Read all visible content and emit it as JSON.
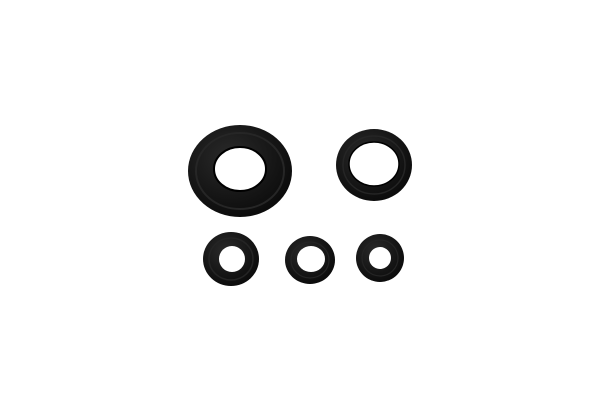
{
  "image": {
    "background_color": "#ffffff",
    "subject_color": "#121212",
    "highlight_color": "#2a2a2a",
    "seals": [
      {
        "name": "large-oil-seal",
        "icon": "ring-icon"
      },
      {
        "name": "medium-oil-seal",
        "icon": "ring-icon"
      },
      {
        "name": "small-oil-seal-left",
        "icon": "ring-icon"
      },
      {
        "name": "small-oil-seal-middle",
        "icon": "ring-icon"
      },
      {
        "name": "small-oil-seal-right",
        "icon": "ring-icon"
      }
    ]
  }
}
